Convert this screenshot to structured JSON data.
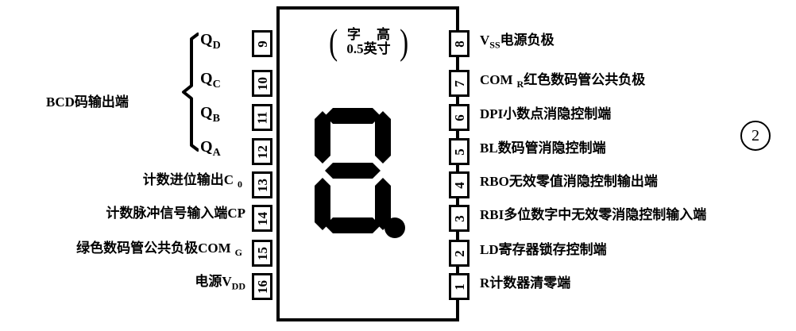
{
  "figure": {
    "marker": "2",
    "marker_name": "figure-number-2"
  },
  "device": {
    "caption_line1": "字 高",
    "caption_line2_value": "0.5",
    "caption_line2_unit": "英寸",
    "paren_open": "(",
    "paren_close": ")",
    "display": {
      "type": "seven-segment",
      "segments_on": [
        "a",
        "b",
        "c",
        "d",
        "e",
        "f",
        "g"
      ],
      "decimal_point_on": true,
      "rendered_character": "8."
    }
  },
  "group_label": {
    "text": "BCD码输出端"
  },
  "q_outputs": [
    {
      "base": "Q",
      "sub": "D",
      "pin": "9"
    },
    {
      "base": "Q",
      "sub": "C",
      "pin": "10"
    },
    {
      "base": "Q",
      "sub": "B",
      "pin": "11"
    },
    {
      "base": "Q",
      "sub": "A",
      "pin": "12"
    }
  ],
  "pins_left": [
    {
      "number": "9",
      "label_zh": "",
      "label_lat": ""
    },
    {
      "number": "10",
      "label_zh": "",
      "label_lat": ""
    },
    {
      "number": "11",
      "label_zh": "",
      "label_lat": ""
    },
    {
      "number": "12",
      "label_zh": "",
      "label_lat": ""
    },
    {
      "number": "13",
      "label_zh": "计数进位输出",
      "label_lat": "C",
      "sub": "0"
    },
    {
      "number": "14",
      "label_zh": "计数脉冲信号输入端",
      "label_lat": "CP",
      "sub": ""
    },
    {
      "number": "15",
      "label_zh": "绿色数码管公共负极",
      "label_lat": "COM",
      "sub": "G"
    },
    {
      "number": "16",
      "label_zh": "电源",
      "label_lat": "V",
      "sub": "DD"
    }
  ],
  "pins_right": [
    {
      "number": "8",
      "lat_pre": "V",
      "sub": "SS",
      "zh_post": "电源负极"
    },
    {
      "number": "7",
      "lat_pre": "COM",
      "sub": "R",
      "zh_post": "红色数码管公共负极"
    },
    {
      "number": "6",
      "lat_pre": "DPI",
      "sub": "",
      "zh_post": "小数点消隐控制端"
    },
    {
      "number": "5",
      "lat_pre": "BL",
      "sub": "",
      "zh_post": "数码管消隐控制端"
    },
    {
      "number": "4",
      "lat_pre": "RBO",
      "sub": "",
      "zh_post": "无效零值消隐控制输出端"
    },
    {
      "number": "3",
      "lat_pre": "RBI",
      "sub": "",
      "zh_post": "多位数字中无效零消隐控制输入端"
    },
    {
      "number": "2",
      "lat_pre": "LD",
      "sub": "",
      "zh_post": "寄存器锁存控制端"
    },
    {
      "number": "1",
      "lat_pre": "R",
      "sub": "",
      "zh_post": "计数器清零端"
    }
  ]
}
